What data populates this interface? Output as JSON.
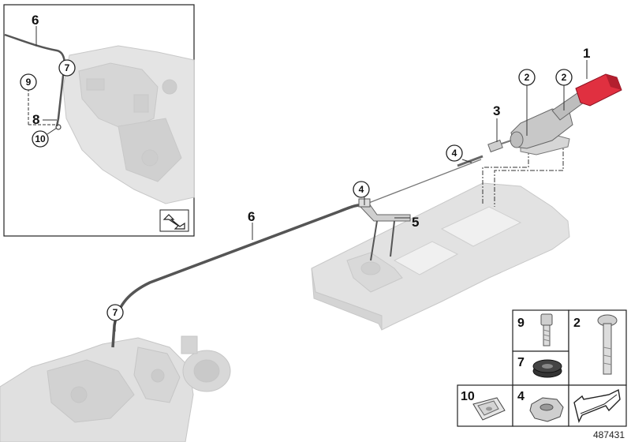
{
  "callouts": {
    "c1": "1",
    "c2a": "2",
    "c2b": "2",
    "c3": "3",
    "c4a": "4",
    "c4b": "4",
    "c5": "5",
    "c6": "6",
    "c7": "7"
  },
  "inset": {
    "c6": "6",
    "c7": "7",
    "c8": "8",
    "c9": "9",
    "c10": "10"
  },
  "parts_table": {
    "r1_left": "9",
    "r1_right": "2",
    "r2_left": "7",
    "r3_left": "10",
    "r3_mid": "4"
  },
  "drawing_number": "487431",
  "colors": {
    "handle": "#e03040",
    "line": "#333333",
    "part_gray": "#dcdcdc"
  },
  "icons": [
    "reference-arrow-icon",
    "inset-arrow-icon"
  ]
}
